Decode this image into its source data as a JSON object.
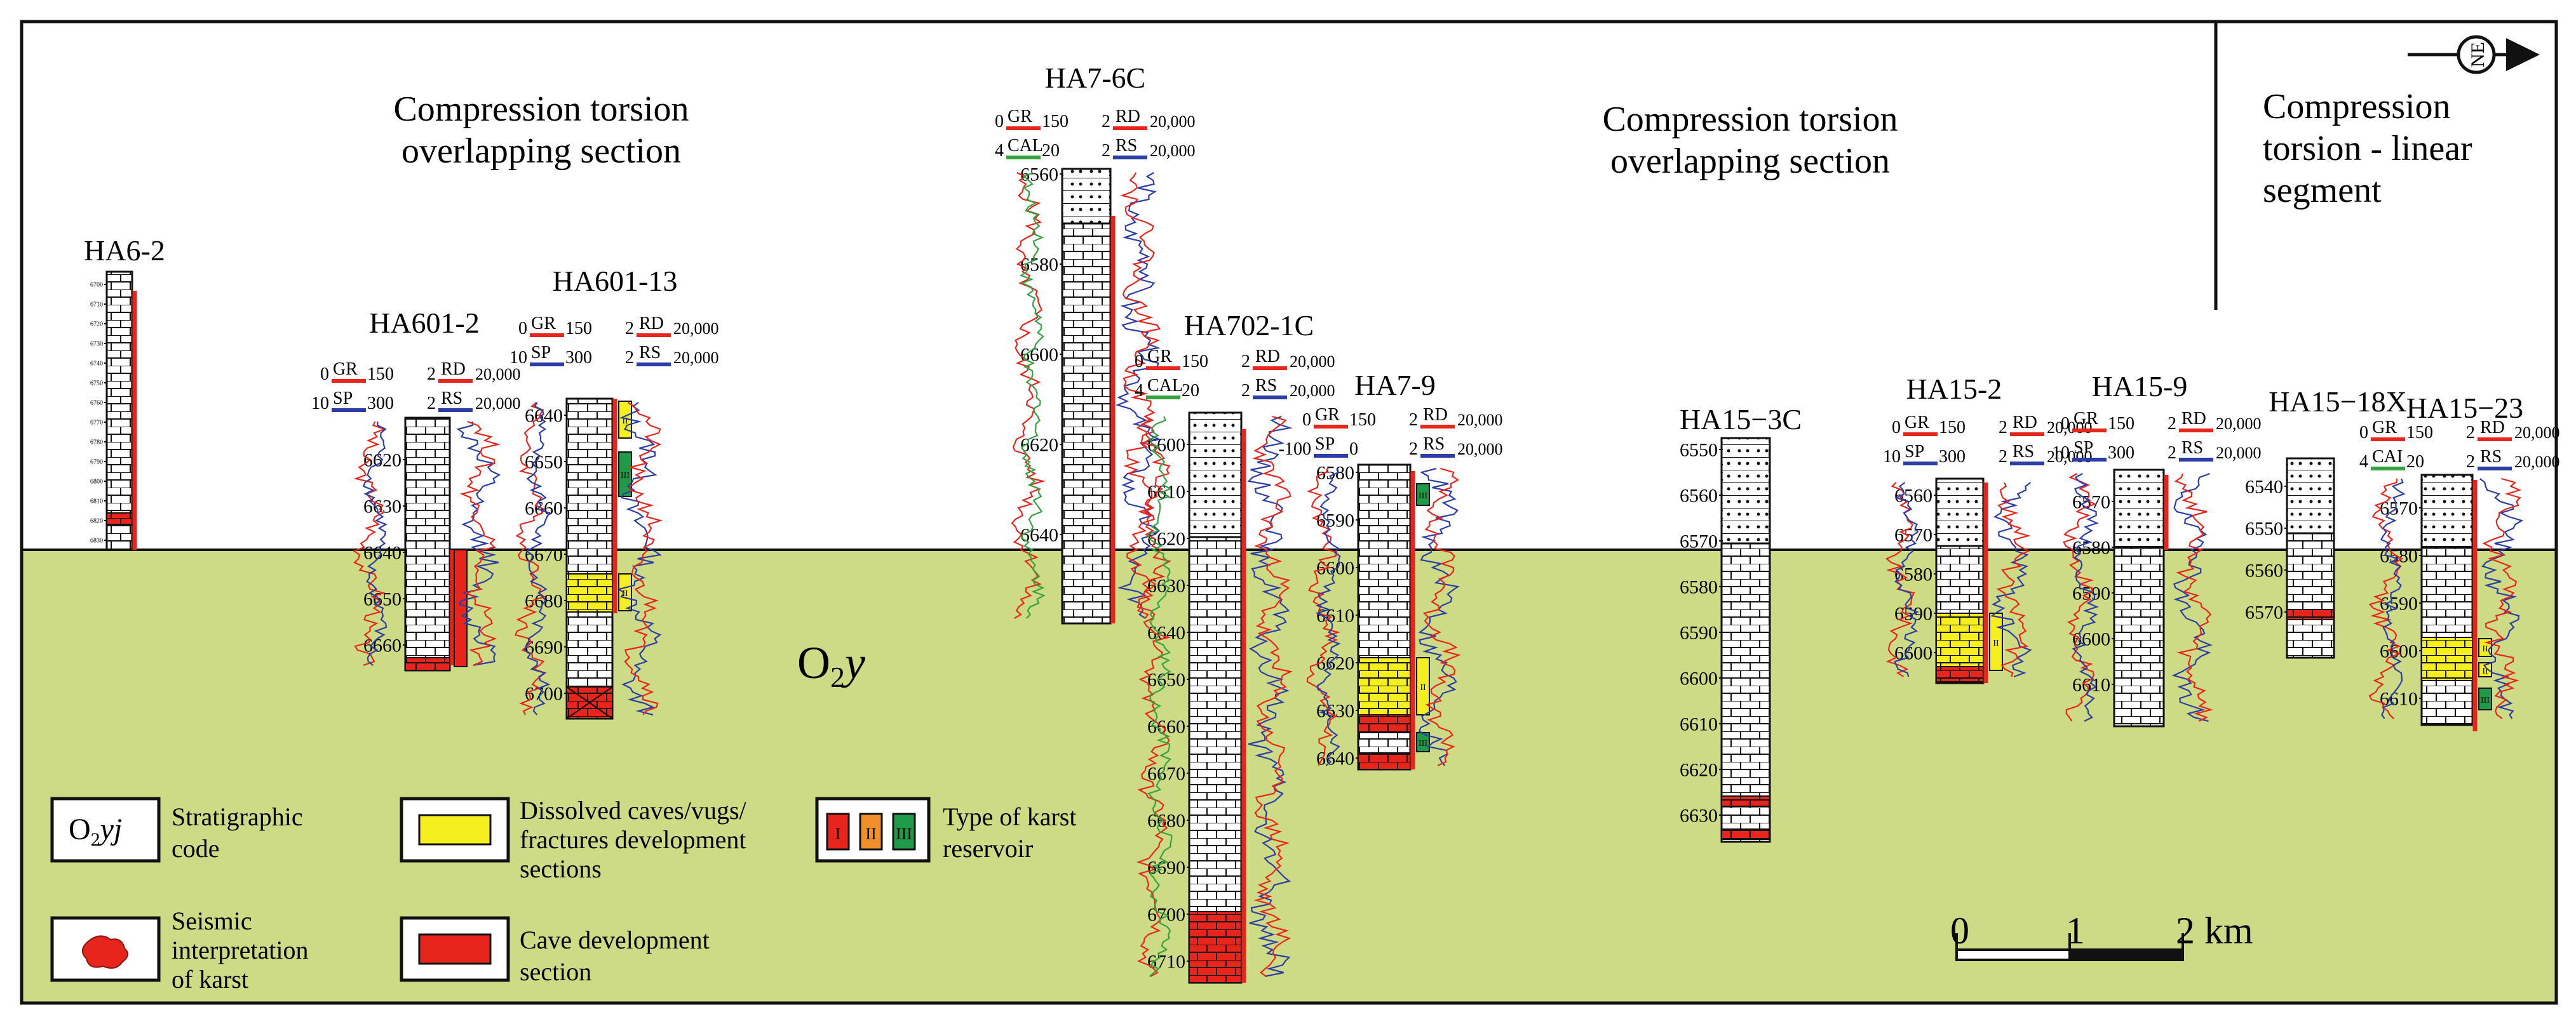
{
  "sections": {
    "left": "Compression torsion overlapping section",
    "middle": "Compression torsion overlapping section",
    "right": "Compression torsion - linear segment"
  },
  "formation": "O₂y",
  "north_arrow": "NE",
  "scale_bar": {
    "ticks": [
      "0",
      "1",
      "2 km"
    ]
  },
  "legend": [
    {
      "symbol": "O₂yj",
      "text": "Stratigraphic code"
    },
    {
      "symbol": "seismic-karst",
      "text": "Seismic interpretation of karst"
    },
    {
      "symbol": "dissolved",
      "text": "Dissolved caves/vugs/ fractures development sections"
    },
    {
      "symbol": "cave",
      "text": "Cave development section"
    },
    {
      "symbol": "karst-type",
      "text": "Type of karst reservoir",
      "types": [
        "I",
        "II",
        "III"
      ]
    }
  ],
  "colors": {
    "formation": "#cddb85",
    "dissolved": "#f5ef20",
    "cave": "#e8251c",
    "type1": "#e8251c",
    "type2": "#f0902a",
    "type3": "#1f9a48",
    "gr": "#e8251c",
    "sp": "#2d3da6",
    "cal": "#35a040",
    "rs": "#2d3da6"
  },
  "wells": [
    {
      "name": "HA6-2",
      "depths": [
        "6700",
        "6710",
        "6720",
        "6730",
        "6740",
        "6750",
        "6760",
        "6770",
        "6780",
        "6790",
        "6800",
        "6810",
        "6820",
        "6830"
      ],
      "legend": null
    },
    {
      "name": "HA601-2",
      "depths": [
        "6620",
        "6630",
        "6640",
        "6650",
        "6660"
      ],
      "legend": {
        "l1": [
          "0",
          "GR",
          "150"
        ],
        "l2": [
          "10",
          "SP",
          "300"
        ],
        "r1": [
          "2",
          "RD",
          "20,000"
        ],
        "r2": [
          "2",
          "RS",
          "20,000"
        ]
      }
    },
    {
      "name": "HA601-13",
      "depths": [
        "6640",
        "6650",
        "6660",
        "6670",
        "6680",
        "6690",
        "6700"
      ],
      "legend": {
        "l1": [
          "0",
          "GR",
          "150"
        ],
        "l2": [
          "10",
          "SP",
          "300"
        ],
        "r1": [
          "2",
          "RD",
          "20,000"
        ],
        "r2": [
          "2",
          "RS",
          "20,000"
        ]
      }
    },
    {
      "name": "HA7-6C",
      "depths": [
        "6560",
        "6580",
        "6600",
        "6620",
        "6640"
      ],
      "legend": {
        "l1": [
          "0",
          "GR",
          "150"
        ],
        "l2": [
          "4",
          "CAL",
          "20"
        ],
        "r1": [
          "2",
          "RD",
          "20,000"
        ],
        "r2": [
          "2",
          "RS",
          "20,000"
        ]
      }
    },
    {
      "name": "HA702-1C",
      "depths": [
        "6600",
        "6610",
        "6620",
        "6630",
        "6640",
        "6650",
        "6660",
        "6670",
        "6680",
        "6690",
        "6700",
        "6710"
      ],
      "legend": {
        "l1": [
          "0",
          "GR",
          "150"
        ],
        "l2": [
          "4",
          "CAL",
          "20"
        ],
        "r1": [
          "2",
          "RD",
          "20,000"
        ],
        "r2": [
          "2",
          "RS",
          "20,000"
        ]
      }
    },
    {
      "name": "HA7-9",
      "depths": [
        "6580",
        "6590",
        "6600",
        "6610",
        "6620",
        "6630",
        "6640"
      ],
      "legend": {
        "l1": [
          "0",
          "GR",
          "150"
        ],
        "l2": [
          "-100",
          "SP",
          "0"
        ],
        "r1": [
          "2",
          "RD",
          "20,000"
        ],
        "r2": [
          "2",
          "RS",
          "20,000"
        ]
      }
    },
    {
      "name": "HA15−3C",
      "depths": [
        "6550",
        "6560",
        "6570",
        "6580",
        "6590",
        "6600",
        "6610",
        "6620",
        "6630"
      ],
      "legend": null
    },
    {
      "name": "HA15-2",
      "depths": [
        "6560",
        "6570",
        "6580",
        "6590",
        "6600"
      ],
      "legend": {
        "l1": [
          "0",
          "GR",
          "150"
        ],
        "l2": [
          "10",
          "SP",
          "300"
        ],
        "r1": [
          "2",
          "RD",
          "20,000"
        ],
        "r2": [
          "2",
          "RS",
          "20,000"
        ]
      }
    },
    {
      "name": "HA15-9",
      "depths": [
        "6570",
        "6580",
        "6590",
        "6600",
        "6610"
      ],
      "legend": {
        "l1": [
          "0",
          "GR",
          "150"
        ],
        "l2": [
          "10",
          "SP",
          "300"
        ],
        "r1": [
          "2",
          "RD",
          "20,000"
        ],
        "r2": [
          "2",
          "RS",
          "20,000"
        ]
      }
    },
    {
      "name": "HA15−18X",
      "depths": [
        "6540",
        "6550",
        "6560",
        "6570"
      ],
      "legend": null
    },
    {
      "name": "HA15−23",
      "depths": [
        "6570",
        "6580",
        "6590",
        "6600",
        "6610"
      ],
      "legend": {
        "l1": [
          "0",
          "GR",
          "150"
        ],
        "l2": [
          "4",
          "CAI",
          "20"
        ],
        "r1": [
          "2",
          "RD",
          "20,000"
        ],
        "r2": [
          "2",
          "RS",
          "20,000"
        ]
      }
    }
  ]
}
